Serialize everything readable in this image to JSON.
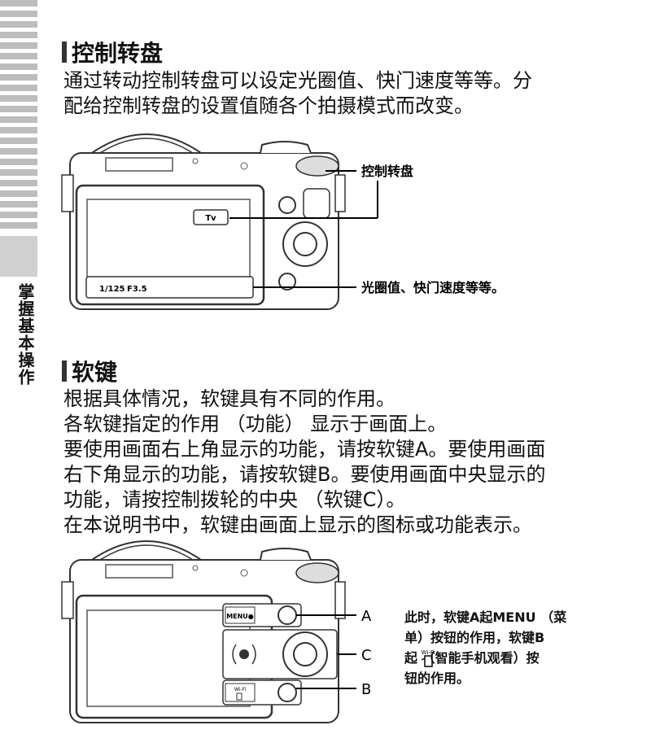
{
  "sidebar": {
    "section_label": "掌握基本操作"
  },
  "section1": {
    "title": "控制转盘",
    "body": [
      "通过转动控制转盘可以设定光圈值、快门速度等等。分",
      "配给控制转盘的设置值随各个拍摄模式而改变。"
    ],
    "figure": {
      "label_dial": "控制转盘",
      "label_values": "光圈值、快门速度等等。",
      "screen_mode": "Tv",
      "screen_shutter": "1/125",
      "screen_aperture": "F3.5"
    }
  },
  "section2": {
    "title": "软键",
    "body": [
      "根据具体情况，软键具有不同的作用。",
      "各软键指定的作用 （功能） 显示于画面上。",
      "要使用画面右上角显示的功能，请按软键A。要使用画面",
      "右下角显示的功能，请按软键B。要使用画面中央显示的",
      "功能，请按控制拨轮的中央 （软键C）。",
      "在本说明书中，软键由画面上显示的图标或功能表示。"
    ],
    "figure": {
      "menu_label": "MENU●",
      "wifi_label": "Wi-Fi",
      "key_a": "A",
      "key_b": "B",
      "key_c": "C",
      "note": [
        "此时，软键A起MENU （菜",
        "单）按钮的作用，软键B",
        "起  （智能手机观看）按",
        "钮的作用。"
      ]
    }
  }
}
